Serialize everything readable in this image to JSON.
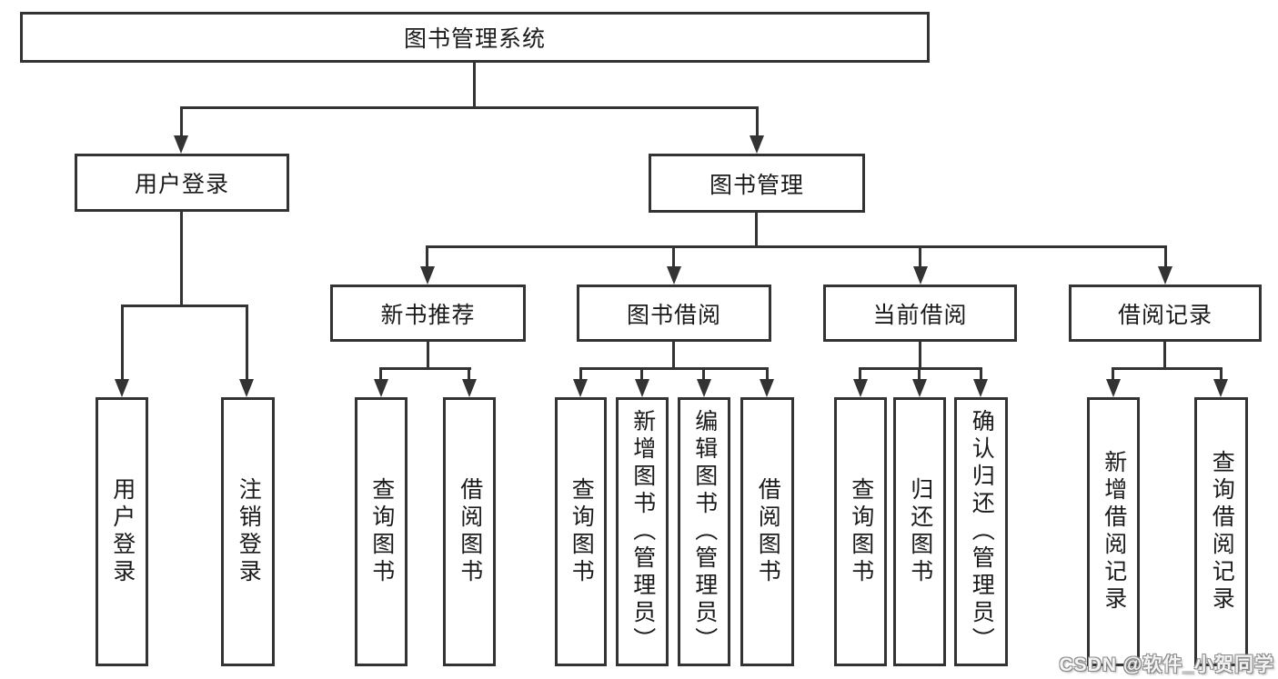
{
  "colors": {
    "line": "#333333",
    "text": "#1a1a1a",
    "background": "#ffffff",
    "watermark_fill": "#f4f4f4",
    "watermark_outline": "#8a8a8a"
  },
  "watermark": {
    "text": "CSDN @软件_小贺同学"
  },
  "tree": {
    "root": {
      "label": "图书管理系统"
    },
    "branches": [
      {
        "label": "用户登录",
        "children": [
          {
            "label": "用户登录"
          },
          {
            "label": "注销登录"
          }
        ]
      },
      {
        "label": "图书管理",
        "children": [
          {
            "label": "新书推荐",
            "children": [
              {
                "label": "查询图书"
              },
              {
                "label": "借阅图书"
              }
            ]
          },
          {
            "label": "图书借阅",
            "children": [
              {
                "label": "查询图书"
              },
              {
                "label": "新增图书（管理员）"
              },
              {
                "label": "编辑图书（管理员）"
              },
              {
                "label": "借阅图书"
              }
            ]
          },
          {
            "label": "当前借阅",
            "children": [
              {
                "label": "查询图书"
              },
              {
                "label": "归还图书"
              },
              {
                "label": "确认归还（管理员）"
              }
            ]
          },
          {
            "label": "借阅记录",
            "children": [
              {
                "label": "新增借阅记录"
              },
              {
                "label": "查询借阅记录"
              }
            ]
          }
        ]
      }
    ]
  }
}
